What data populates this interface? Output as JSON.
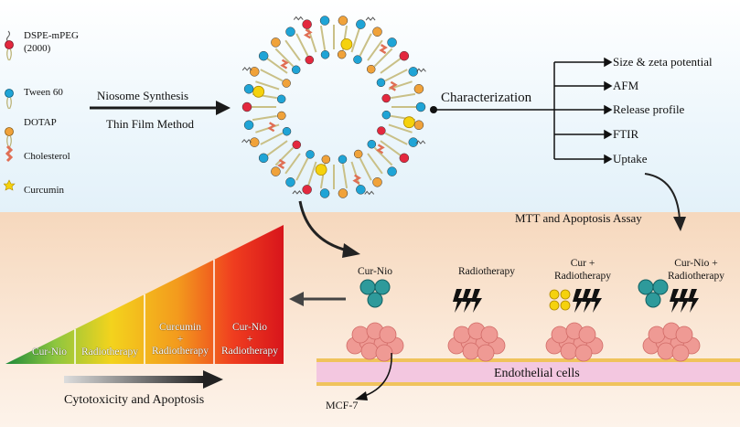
{
  "legend": [
    {
      "label": "DSPE-mPEG\n(2000)",
      "color": "#e3283e"
    },
    {
      "label": "Tween 60",
      "color": "#1fa4d6"
    },
    {
      "label": "DOTAP",
      "color": "#f0a23a"
    },
    {
      "label": "Cholesterol",
      "color": "#e06f55"
    },
    {
      "label": "Curcumin",
      "color": "#f5d20d"
    }
  ],
  "synthesis": {
    "line1": "Niosome Synthesis",
    "line2": "Thin Film Method"
  },
  "characterization": {
    "title": "Characterization",
    "items": [
      "Size & zeta potential",
      "AFM",
      "Release profile",
      "FTIR",
      "Uptake"
    ]
  },
  "assay": "MTT and Apoptosis Assay",
  "groups": [
    {
      "label": "Cur-Nio"
    },
    {
      "label": "Radiotherapy"
    },
    {
      "label": "Cur +\nRadiotherapy"
    },
    {
      "label": "Cur-Nio +\nRadiotherapy"
    }
  ],
  "endothelial": "Endothelial cells",
  "mcf": "MCF-7",
  "triangle": {
    "labels": [
      "Cur-Nio",
      "Radiotherapy",
      "Curcumin\n+\nRadiotherapy",
      "Cur-Nio\n+\nRadiotherapy"
    ]
  },
  "cytotoxicity": "Cytotoxicity and Apoptosis"
}
